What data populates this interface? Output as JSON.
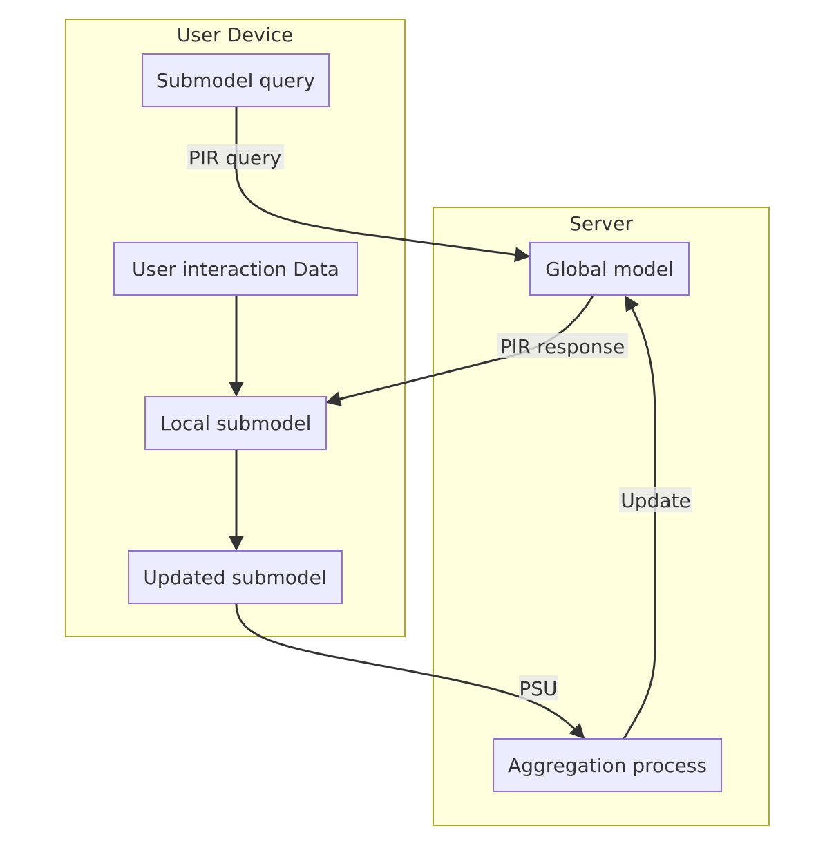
{
  "clusters": {
    "user_device": "User Device",
    "server": "Server"
  },
  "nodes": {
    "submodel_query": "Submodel query",
    "user_interaction_data": "User interaction Data",
    "local_submodel": "Local submodel",
    "updated_submodel": "Updated submodel",
    "global_model": "Global model",
    "aggregation_process": "Aggregation process"
  },
  "edges": {
    "pir_query": "PIR query",
    "pir_response": "PIR response",
    "update": "Update",
    "psu": "PSU"
  },
  "colors": {
    "cluster_fill": "#ffffde",
    "cluster_stroke": "#aaaa33",
    "node_fill": "#ececff",
    "node_stroke": "#9370db",
    "edge": "#333333",
    "edge_label_bg": "#e8e8e8"
  }
}
